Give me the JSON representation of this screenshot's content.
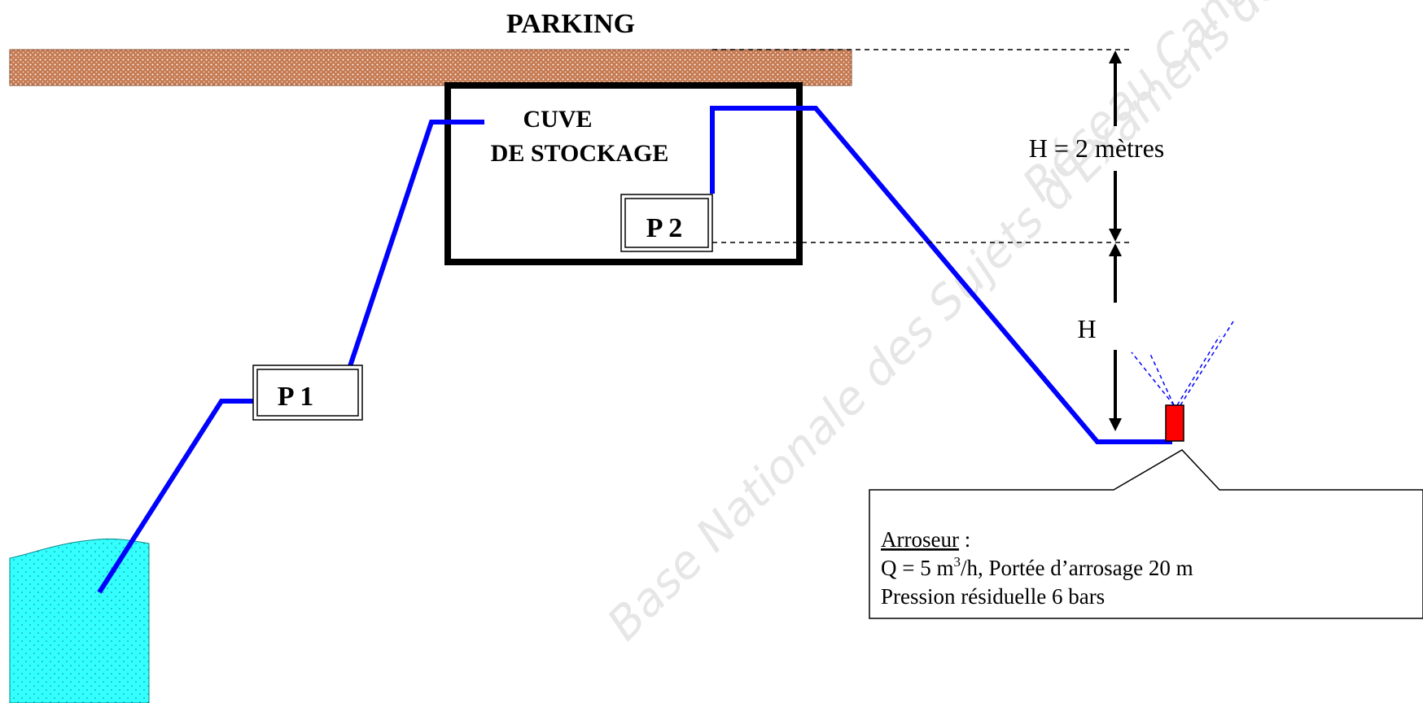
{
  "watermark": {
    "line1": "Base Nationale des Sujets d'Examens de l'enseignement professionnel",
    "line2": "Réseau Canopé"
  },
  "labels": {
    "parking": "PARKING",
    "cuve_line1": "CUVE",
    "cuve_line2": "DE STOCKAGE",
    "pump1": "P 1",
    "pump2": "P 2",
    "height_top": "H = 2 mètres",
    "height_bottom": "H"
  },
  "note": {
    "title": "Arroseur",
    "title_suffix": " :",
    "line2_prefix": "Q = 5 m",
    "line2_sup": "3",
    "line2_suffix": "/h, Portée d’arrosage 20 m",
    "line3": "Pression résiduelle 6 bars"
  },
  "colors": {
    "pipe": "#0000ff",
    "water": "#33ffff",
    "parking_fill": "#c8734e",
    "sprinkler": "#ff0000",
    "outline": "#000000"
  }
}
